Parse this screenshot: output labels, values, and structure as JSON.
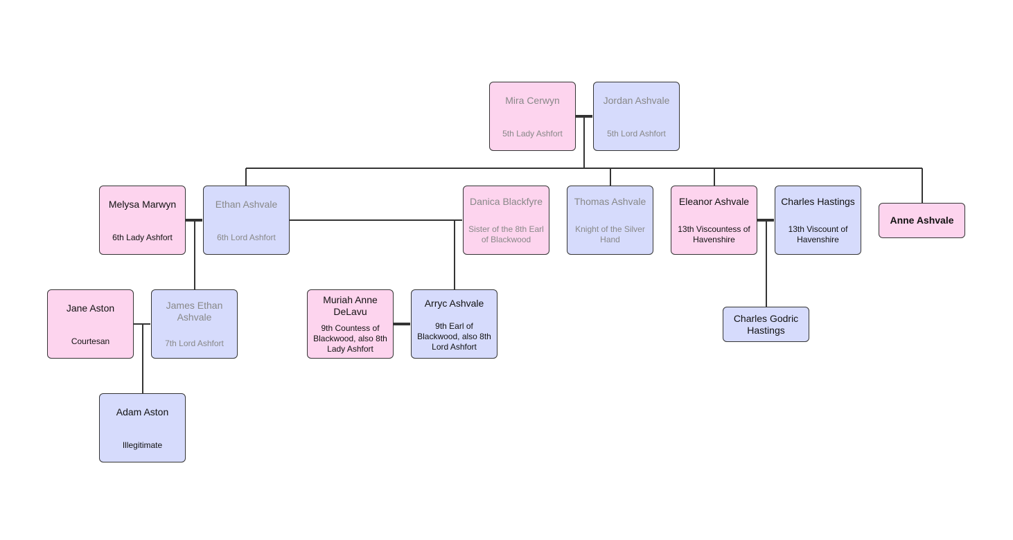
{
  "people": {
    "mira": {
      "name": "Mira Cerwyn",
      "desc": "5th Lady Ashfort"
    },
    "jordan": {
      "name": "Jordan Ashvale",
      "desc": "5th Lord Ashfort"
    },
    "melysa": {
      "name": "Melysa Marwyn",
      "desc": "6th Lady Ashfort"
    },
    "ethan": {
      "name": "Ethan Ashvale",
      "desc": "6th Lord Ashfort"
    },
    "danica": {
      "name": "Danica Blackfyre",
      "desc": "Sister of the 8th Earl of Blackwood"
    },
    "thomas": {
      "name": "Thomas Ashvale",
      "desc": "Knight of the Silver Hand"
    },
    "eleanor": {
      "name": "Eleanor Ashvale",
      "desc": "13th Viscountess of Havenshire"
    },
    "charles_h": {
      "name": "Charles Hastings",
      "desc": "13th Viscount of Havenshire"
    },
    "anne": {
      "name": "Anne Ashvale"
    },
    "jane": {
      "name": "Jane Aston",
      "desc": "Courtesan"
    },
    "james": {
      "name": "James Ethan Ashvale",
      "desc": "7th Lord Ashfort"
    },
    "muriah": {
      "name": "Muriah Anne DeLavu",
      "desc": "9th Countess of Blackwood, also 8th Lady Ashfort"
    },
    "arryc": {
      "name": "Arryc Ashvale",
      "desc": "9th Earl of Blackwood, also 8th Lord Ashfort"
    },
    "charles_g": {
      "name": "Charles Godric Hastings"
    },
    "adam": {
      "name": "Adam Aston",
      "desc": "Illegitimate"
    }
  }
}
